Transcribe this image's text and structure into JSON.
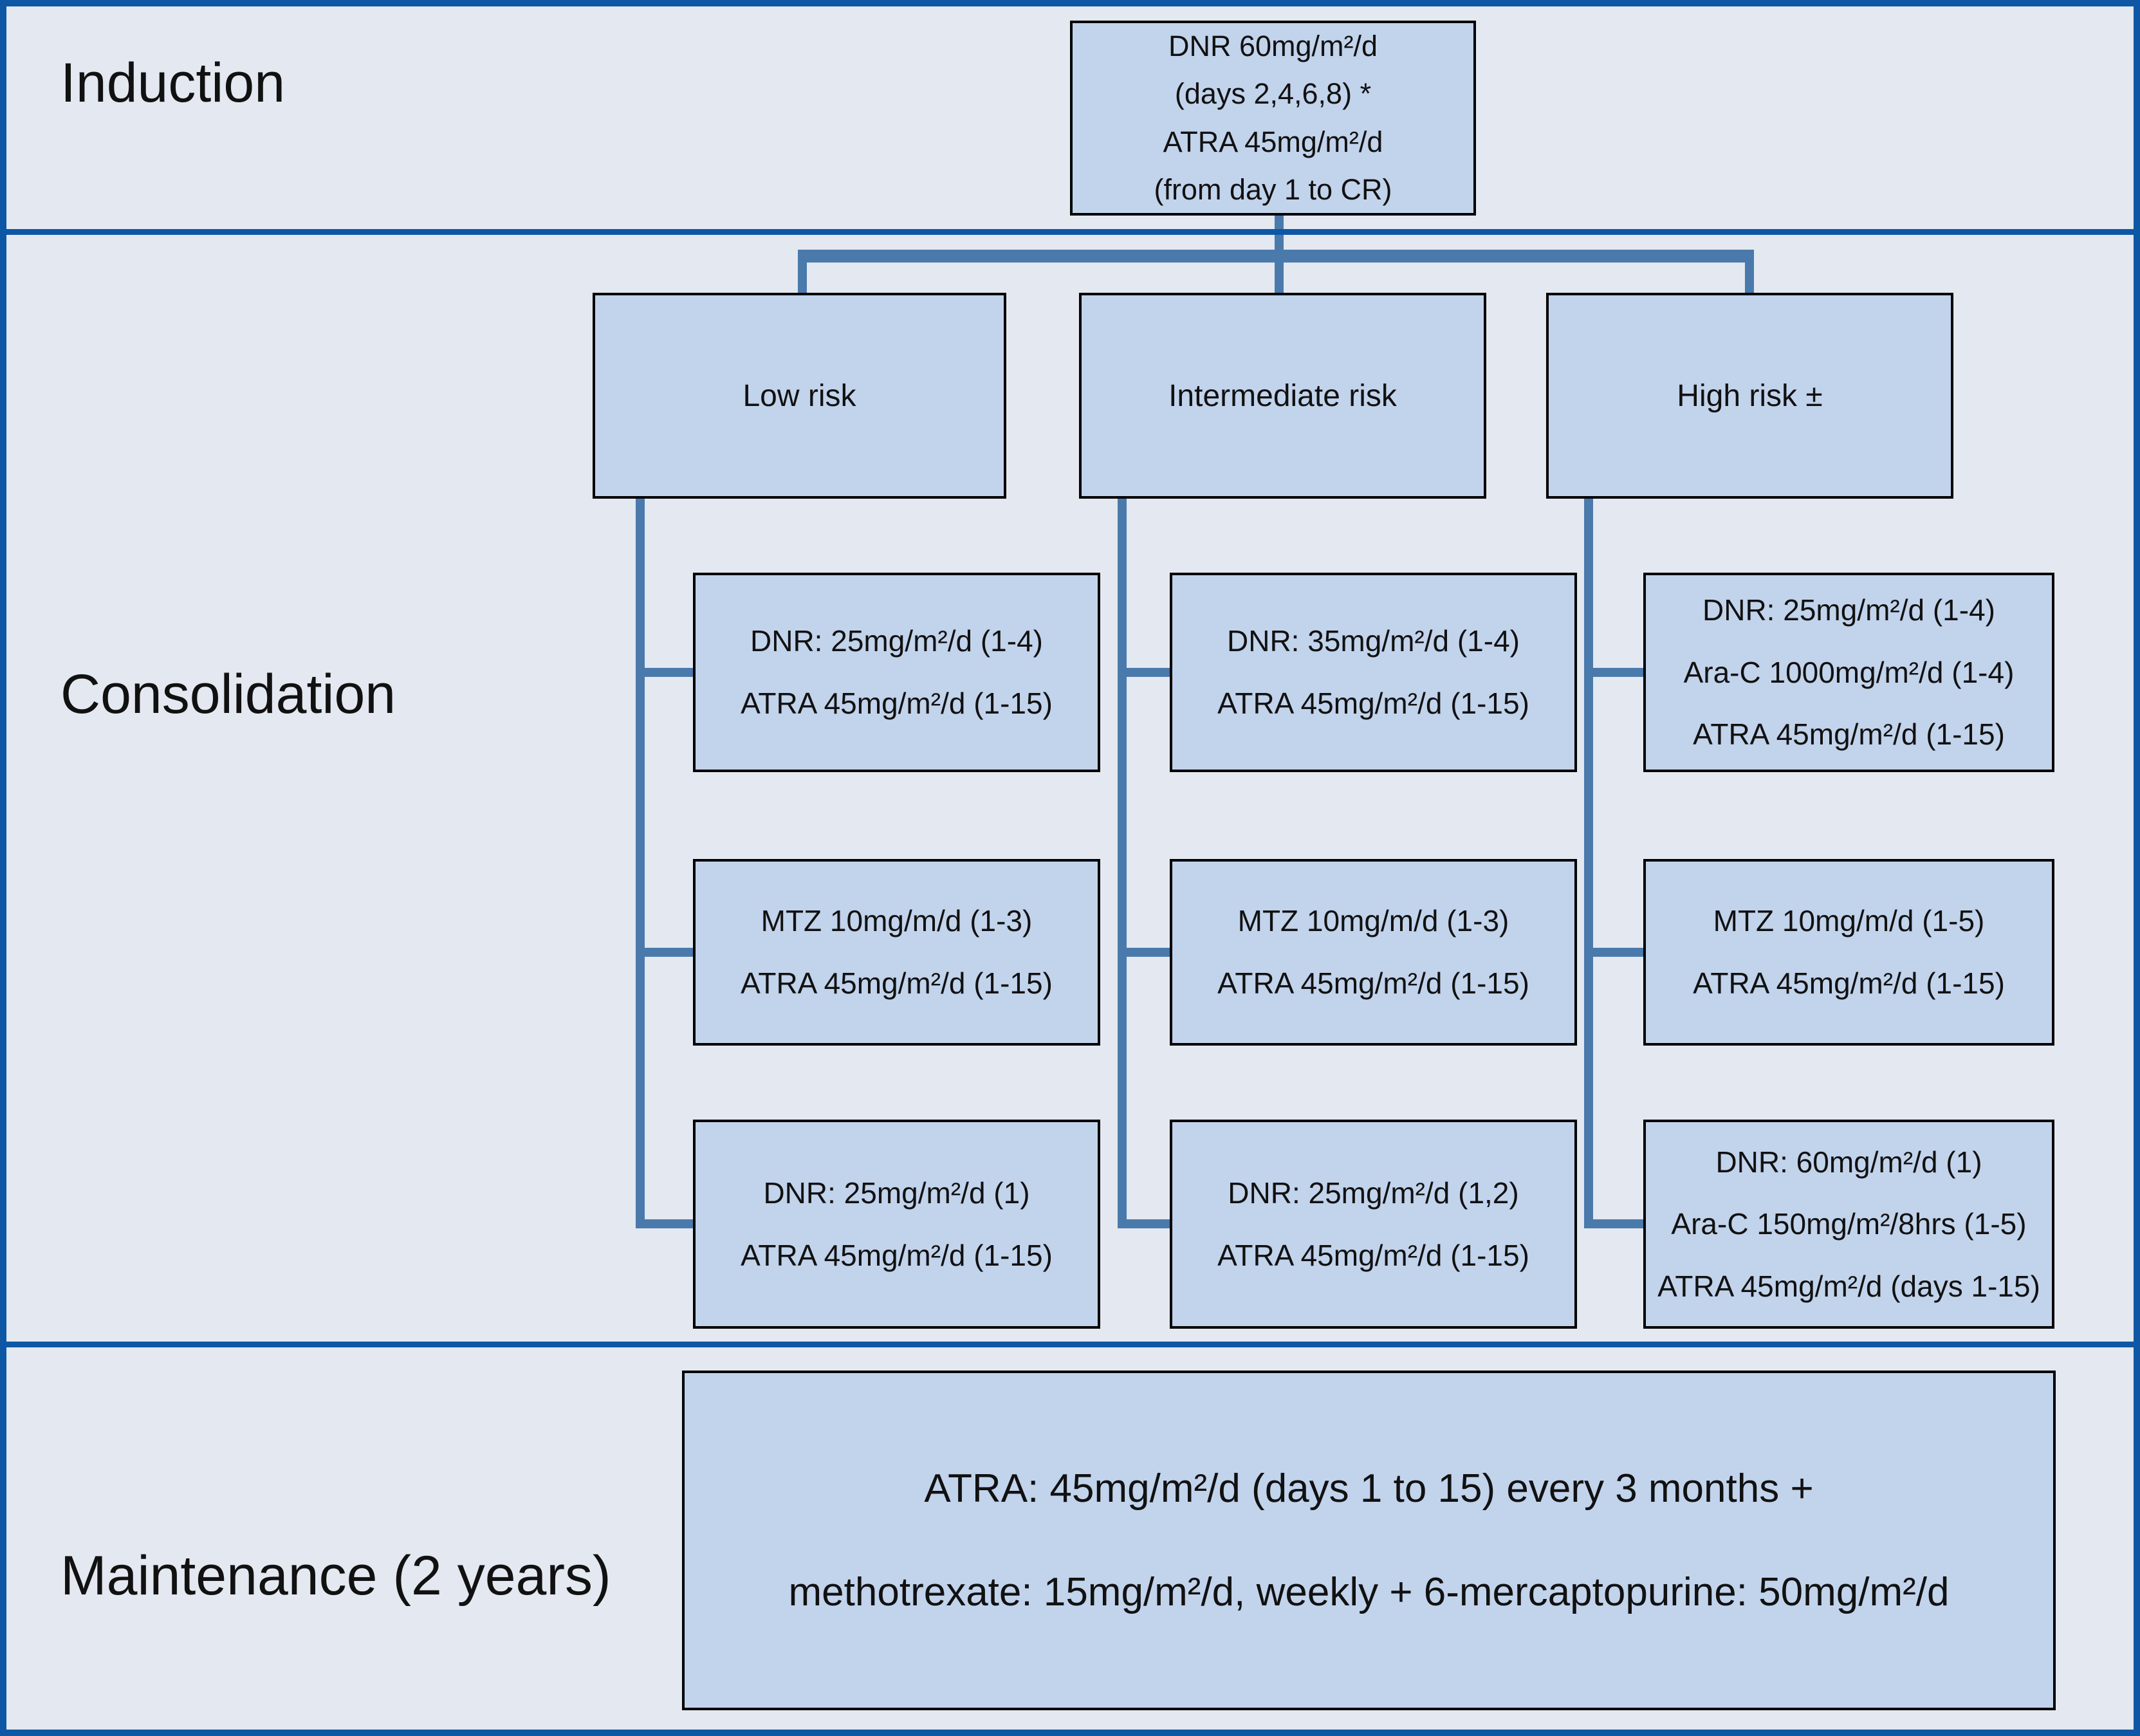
{
  "colors": {
    "background": "#e4e8f0",
    "box_fill": "#c2d3ec",
    "box_border": "#000000",
    "connector": "#4a7aac",
    "frame": "#0d57a5",
    "text": "#111111"
  },
  "sections": {
    "induction_label": "Induction",
    "consolidation_label": "Consolidation",
    "maintenance_label": "Maintenance (2 years)"
  },
  "induction_box": {
    "lines": [
      "DNR 60mg/m²/d",
      "(days 2,4,6,8) *",
      "ATRA 45mg/m²/d",
      "(from day 1 to CR)"
    ]
  },
  "risk_groups": [
    {
      "label": "Low risk",
      "courses": [
        {
          "lines": [
            "DNR: 25mg/m²/d (1-4)",
            "ATRA 45mg/m²/d (1-15)"
          ]
        },
        {
          "lines": [
            "MTZ 10mg/m/d (1-3)",
            "ATRA 45mg/m²/d (1-15)"
          ]
        },
        {
          "lines": [
            "DNR: 25mg/m²/d (1)",
            "ATRA 45mg/m²/d (1-15)"
          ]
        }
      ]
    },
    {
      "label": "Intermediate risk",
      "courses": [
        {
          "lines": [
            "DNR: 35mg/m²/d (1-4)",
            "ATRA 45mg/m²/d (1-15)"
          ]
        },
        {
          "lines": [
            "MTZ 10mg/m/d (1-3)",
            "ATRA 45mg/m²/d (1-15)"
          ]
        },
        {
          "lines": [
            "DNR: 25mg/m²/d (1,2)",
            "ATRA 45mg/m²/d (1-15)"
          ]
        }
      ]
    },
    {
      "label": "High risk ±",
      "courses": [
        {
          "lines": [
            "DNR: 25mg/m²/d (1-4)",
            "Ara-C 1000mg/m²/d (1-4)",
            "ATRA 45mg/m²/d (1-15)"
          ]
        },
        {
          "lines": [
            "MTZ 10mg/m/d (1-5)",
            "ATRA 45mg/m²/d (1-15)"
          ]
        },
        {
          "lines": [
            "DNR: 60mg/m²/d (1)",
            "Ara-C 150mg/m²/8hrs (1-5)",
            "ATRA 45mg/m²/d (days 1-15)"
          ]
        }
      ]
    }
  ],
  "maintenance_box": {
    "lines": [
      "ATRA: 45mg/m²/d (days 1 to 15) every 3 months +",
      "methotrexate: 15mg/m²/d, weekly + 6-mercaptopurine: 50mg/m²/d"
    ]
  }
}
